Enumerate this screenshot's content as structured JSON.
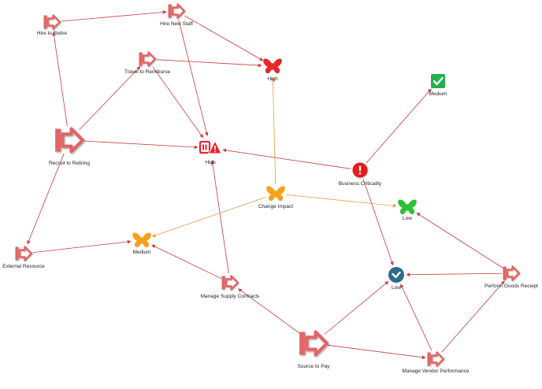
{
  "colors": {
    "edge_red": "#cc3b3b",
    "edge_orange": "#e89a40",
    "process_icon": "#e06666",
    "butterfly_red": "#e8262a",
    "butterfly_orange": "#f7a11a",
    "butterfly_green": "#2fbf34",
    "check_green": "#22b14c",
    "check_blue": "#2d6b8a",
    "warning_red": "#e8262a"
  },
  "nodes": {
    "hire_to_retire": {
      "label": "Hire to Retire",
      "icon": "process-arrow-icon"
    },
    "hire_new_staff": {
      "label": "Hire New Staff",
      "icon": "process-arrow-icon"
    },
    "travel_to_reimburse": {
      "label": "Travel to Reimburse",
      "icon": "process-arrow-icon"
    },
    "recruit_to_retiring": {
      "label": "Recruit to Retiring",
      "icon": "process-arrow-icon"
    },
    "external_resource": {
      "label": "External Resource",
      "icon": "process-arrow-icon"
    },
    "manage_supply": {
      "label": "Manage Supply Contracts",
      "icon": "process-arrow-icon"
    },
    "source_to_pay": {
      "label": "Source to Pay",
      "icon": "process-arrow-icon"
    },
    "manage_vendor": {
      "label": "Manage Vendor Performance",
      "icon": "process-arrow-icon"
    },
    "perform_goods": {
      "label": "Perform Goods Receipt",
      "icon": "process-arrow-icon"
    },
    "high_red_butterfly": {
      "label": "High",
      "icon": "butterfly-icon"
    },
    "high_warning": {
      "label": "High",
      "icon": "warning-icon"
    },
    "medium_check": {
      "label": "Medium",
      "icon": "check-square-icon"
    },
    "business_criticality": {
      "label": "Business Criticality",
      "icon": "exclamation-circle-icon"
    },
    "change_impact": {
      "label": "Change Impact",
      "icon": "butterfly-icon"
    },
    "low_green_butterfly": {
      "label": "Low",
      "icon": "butterfly-icon"
    },
    "medium_orange_butterfly": {
      "label": "Medium",
      "icon": "butterfly-icon"
    },
    "low_check_circle": {
      "label": "Low",
      "icon": "check-circle-icon"
    }
  },
  "edges": [
    {
      "from": "hire_to_retire",
      "to": "hire_new_staff",
      "color": "red"
    },
    {
      "from": "hire_new_staff",
      "to": "high_red_butterfly",
      "color": "red"
    },
    {
      "from": "hire_new_staff",
      "to": "high_warning",
      "color": "red"
    },
    {
      "from": "travel_to_reimburse",
      "to": "high_red_butterfly",
      "color": "red"
    },
    {
      "from": "travel_to_reimburse",
      "to": "high_warning",
      "color": "red"
    },
    {
      "from": "recruit_to_retiring",
      "to": "hire_to_retire",
      "color": "red"
    },
    {
      "from": "recruit_to_retiring",
      "to": "travel_to_reimburse",
      "color": "red"
    },
    {
      "from": "recruit_to_retiring",
      "to": "high_warning",
      "color": "red"
    },
    {
      "from": "recruit_to_retiring",
      "to": "external_resource",
      "color": "red"
    },
    {
      "from": "external_resource",
      "to": "medium_orange_butterfly",
      "color": "red"
    },
    {
      "from": "manage_supply",
      "to": "high_warning",
      "color": "red"
    },
    {
      "from": "manage_supply",
      "to": "medium_orange_butterfly",
      "color": "red"
    },
    {
      "from": "business_criticality",
      "to": "medium_check",
      "color": "red"
    },
    {
      "from": "business_criticality",
      "to": "high_warning",
      "color": "red"
    },
    {
      "from": "business_criticality",
      "to": "low_check_circle",
      "color": "red"
    },
    {
      "from": "change_impact",
      "to": "high_red_butterfly",
      "color": "orange"
    },
    {
      "from": "change_impact",
      "to": "low_green_butterfly",
      "color": "orange"
    },
    {
      "from": "change_impact",
      "to": "medium_orange_butterfly",
      "color": "orange"
    },
    {
      "from": "perform_goods",
      "to": "low_green_butterfly",
      "color": "red"
    },
    {
      "from": "perform_goods",
      "to": "low_check_circle",
      "color": "red"
    },
    {
      "from": "source_to_pay",
      "to": "manage_supply",
      "color": "red"
    },
    {
      "from": "source_to_pay",
      "to": "low_check_circle",
      "color": "red"
    },
    {
      "from": "source_to_pay",
      "to": "manage_vendor",
      "color": "red"
    },
    {
      "from": "manage_vendor",
      "to": "low_check_circle",
      "color": "red"
    },
    {
      "from": "manage_vendor",
      "to": "perform_goods",
      "color": "red"
    }
  ]
}
